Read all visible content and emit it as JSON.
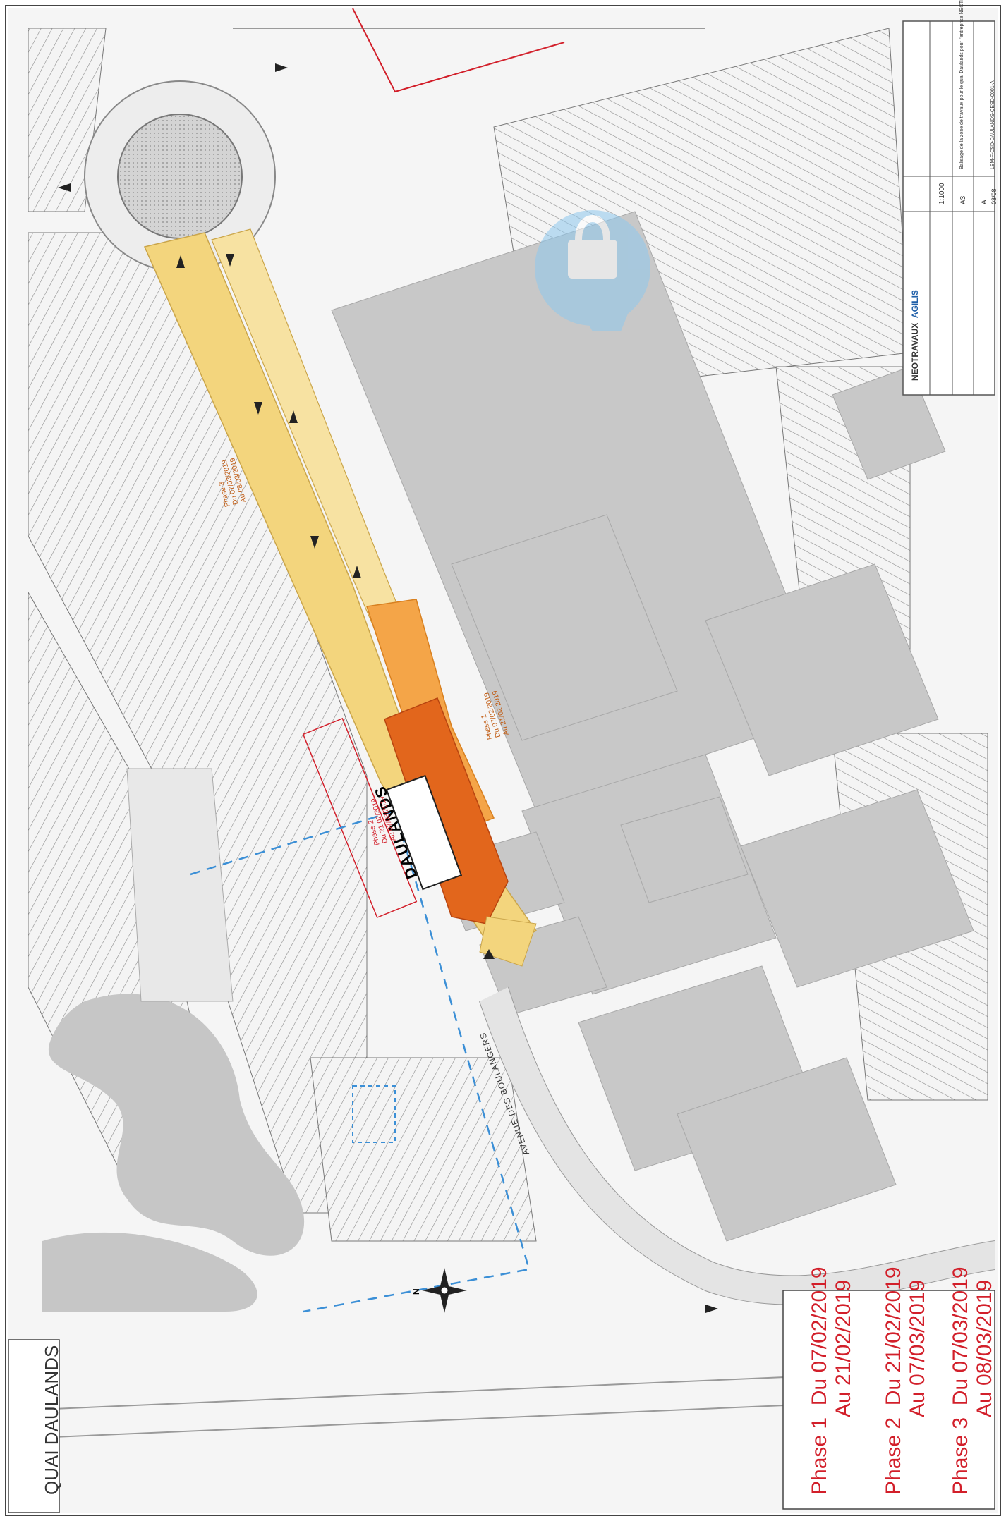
{
  "map_title": "QUAI DAULANDS",
  "site_label": "DAULANDS",
  "street_label": "AVENUE DES BOULANGERS",
  "zone_labels": {
    "phase1": [
      "Phase 1",
      "Du 07/02/2019",
      "Au 21/02/2019"
    ],
    "phase2": [
      "Phase 2",
      "Du 21/02/2019",
      "Au 07/03/2019"
    ],
    "phase3": [
      "Phase 3",
      "Du 07/03/2019",
      "Au 08/03/2019"
    ]
  },
  "legend": [
    {
      "phase": "Phase 1",
      "from": "Du 07/02/2019",
      "to": "Au 21/02/2019"
    },
    {
      "phase": "Phase 2",
      "from": "Du 21/02/2019",
      "to": "Au 07/03/2019"
    },
    {
      "phase": "Phase 3",
      "from": "Du 07/03/2019",
      "to": "Au 08/03/2019"
    }
  ],
  "north_symbol": "N",
  "title_block": {
    "company1": "NEOTRAVAUX",
    "company2": "AGILIS",
    "scale": "1:1000",
    "format": "A3",
    "index": "A",
    "date": "03/08",
    "description": "Balisage de la zone de travaux pour le quai Daulands pour l'entreprise NEOTRAVAUX",
    "reference": "LBM-F-CSD-DAULANDS-QESD-0001-A"
  },
  "colors": {
    "phase1_zone": "#e2661c",
    "phase2_zone": "#f4a548",
    "phase3_zone": "#f3d57d",
    "phase_text": "#d21f2a",
    "watermark": "#8ec8ee",
    "building": "#c8c8c8"
  }
}
